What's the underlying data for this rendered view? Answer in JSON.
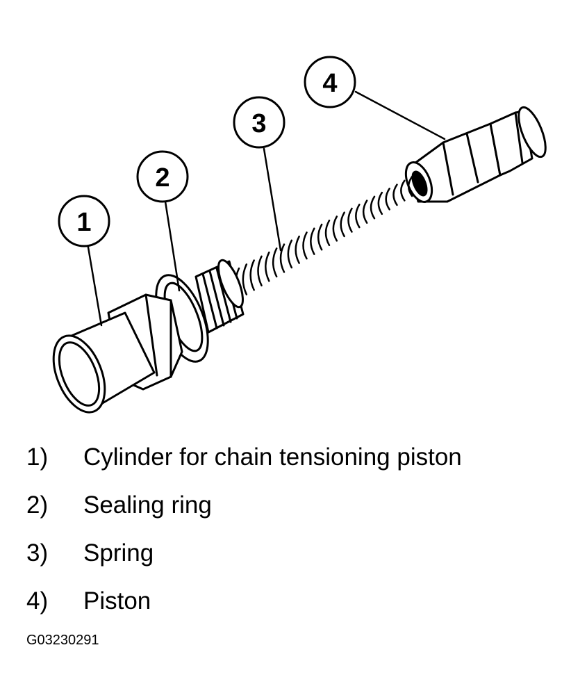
{
  "callouts": [
    {
      "number": "1"
    },
    {
      "number": "2"
    },
    {
      "number": "3"
    },
    {
      "number": "4"
    }
  ],
  "legend": [
    {
      "num": "1)",
      "text": "Cylinder for chain tensioning piston"
    },
    {
      "num": "2)",
      "text": "Sealing ring"
    },
    {
      "num": "3)",
      "text": "Spring"
    },
    {
      "num": "4)",
      "text": "Piston"
    }
  ],
  "figure_id": "G03230291"
}
